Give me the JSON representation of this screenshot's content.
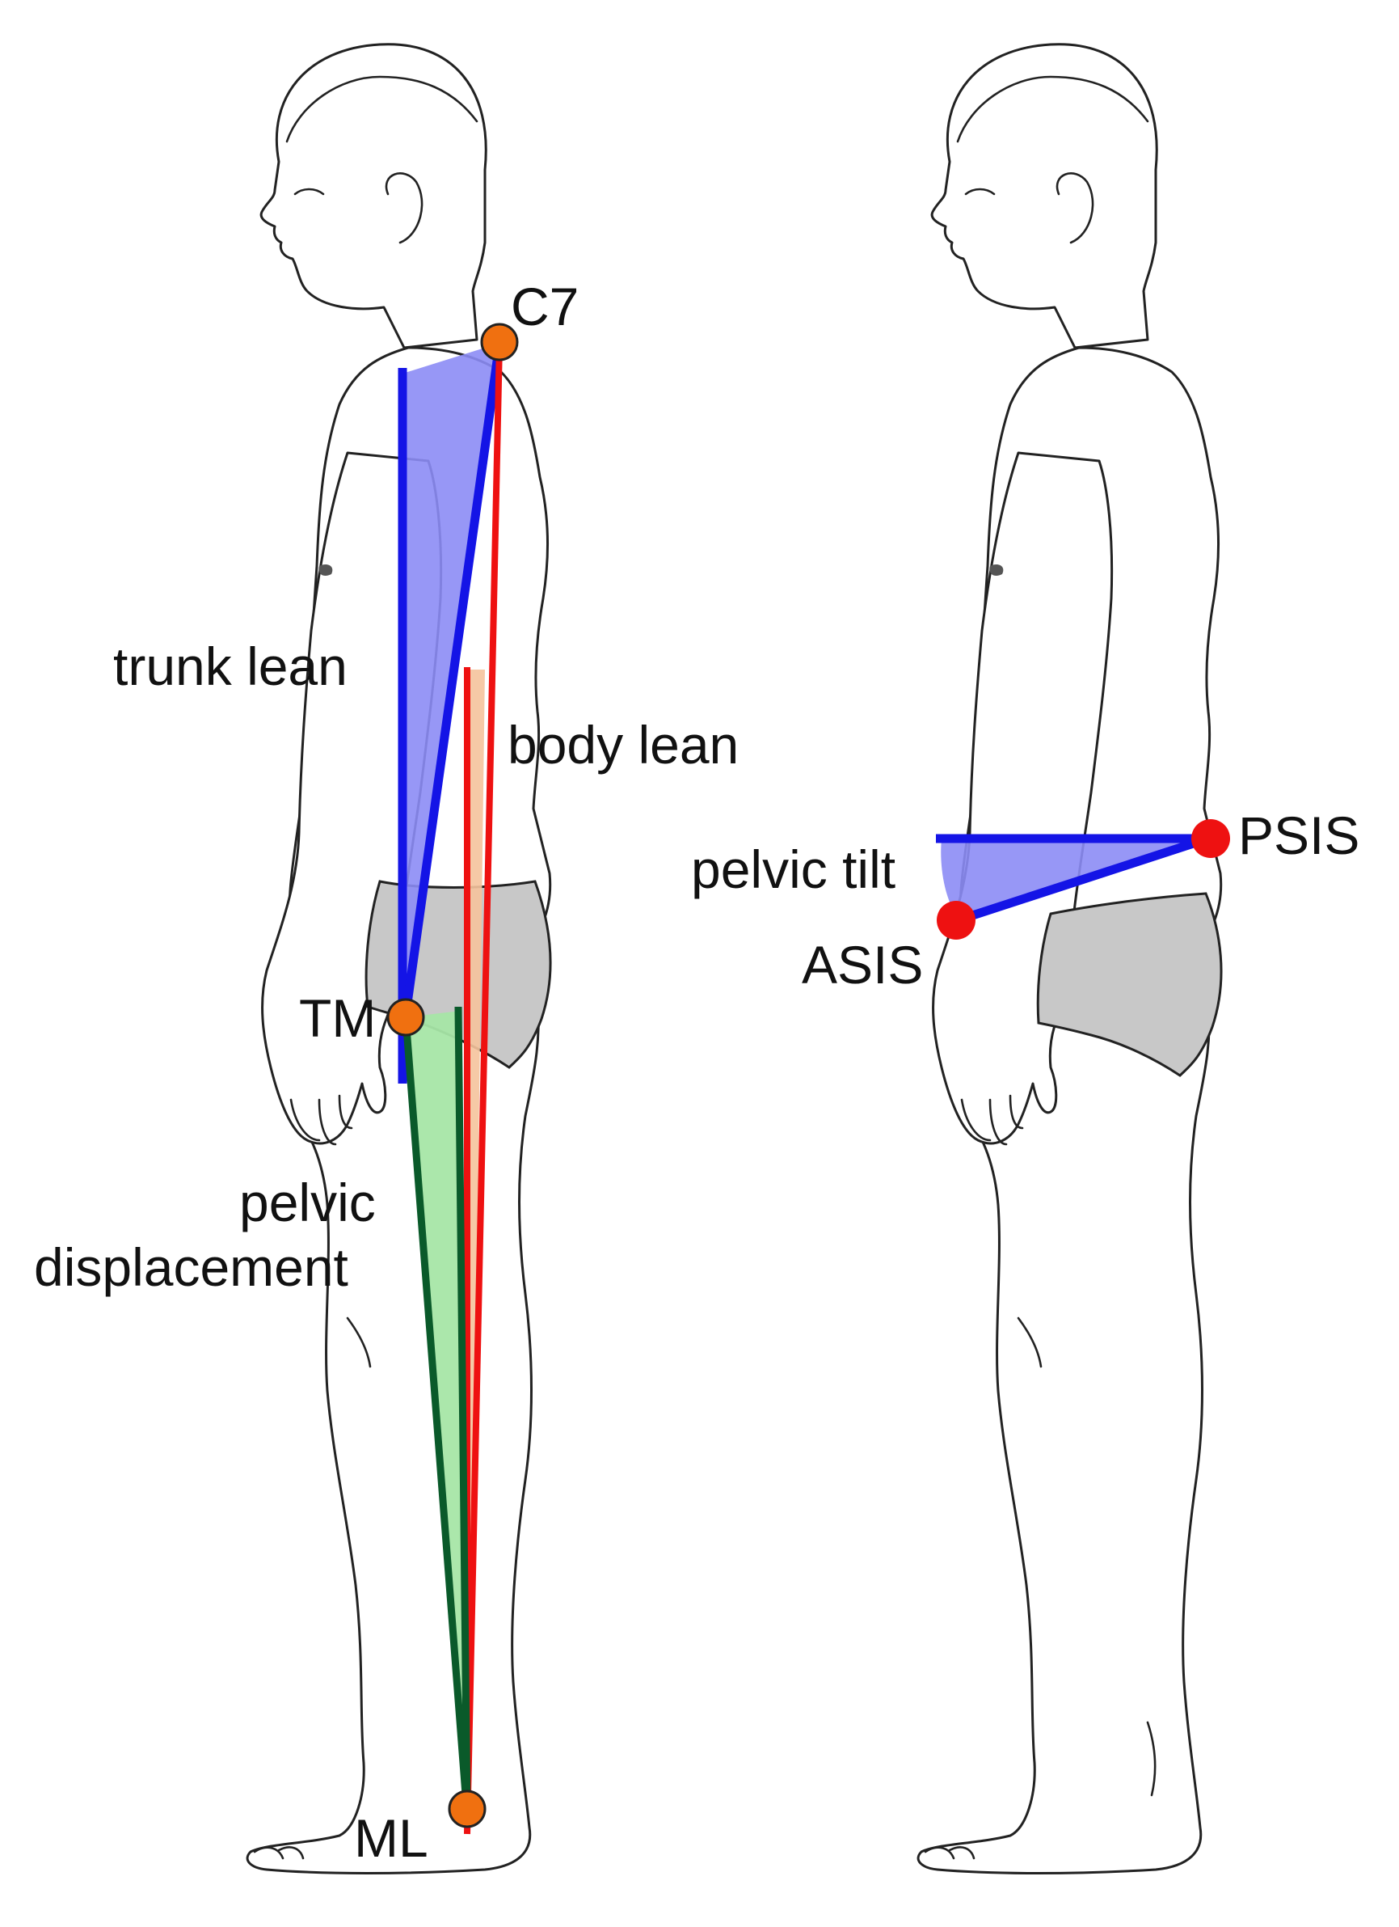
{
  "figure": {
    "left": {
      "labels": {
        "c7": "C7",
        "trunk_lean": "trunk lean",
        "body_lean": "body lean",
        "tm": "TM",
        "pelvic_displacement_line1": "pelvic",
        "pelvic_displacement_line2": "displacement",
        "ml": "ML"
      }
    },
    "right": {
      "labels": {
        "pelvic_tilt": "pelvic tilt",
        "psis": "PSIS",
        "asis": "ASIS"
      }
    },
    "colors": {
      "trunk_lean_line": "#1414e6",
      "trunk_lean_fill": "#8c8cf5",
      "body_lean_line": "#ee1111",
      "body_lean_fill": "#f5c39c",
      "pelvic_displacement_line": "#0a5a2a",
      "pelvic_displacement_fill": "#a6e6a6",
      "landmark_orange": "#f07010",
      "landmark_red": "#ee1111",
      "briefs": "#c8c8c8"
    }
  }
}
